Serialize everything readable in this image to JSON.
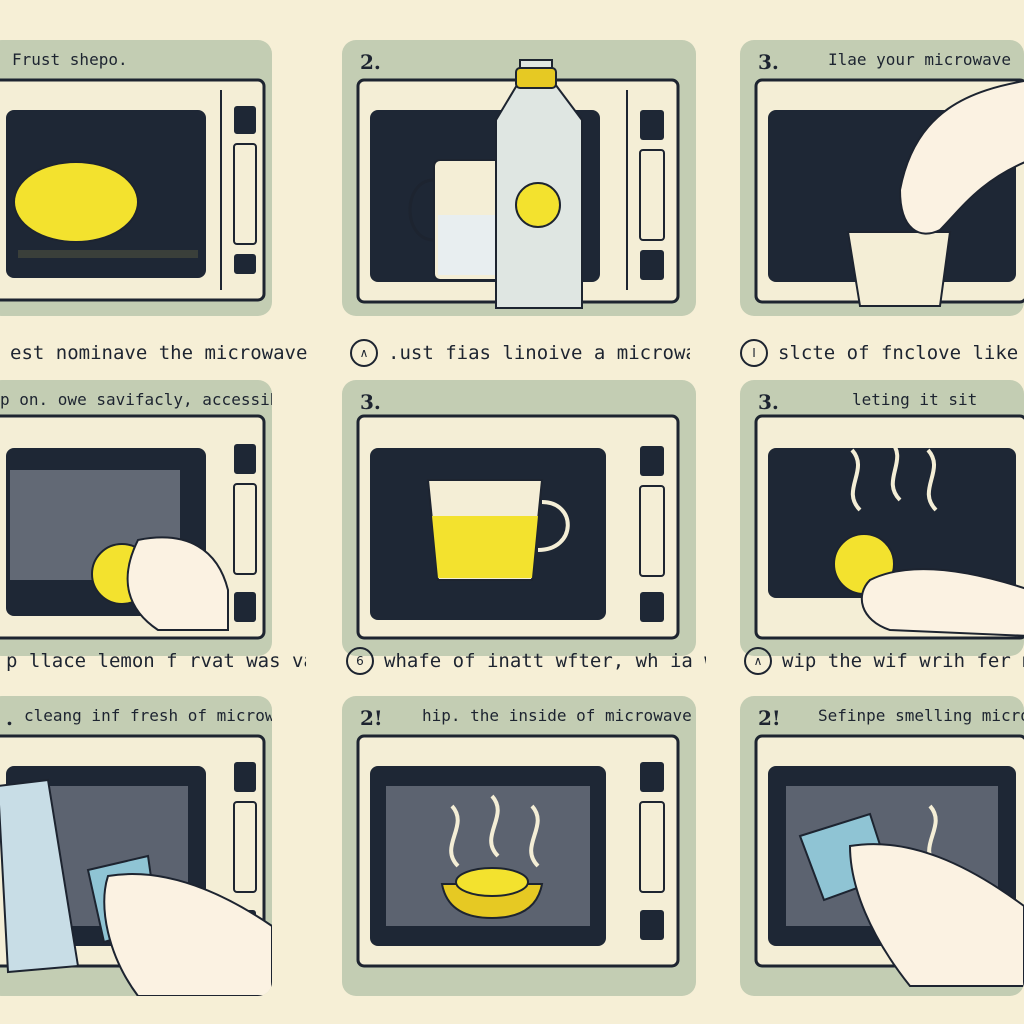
{
  "panels": [
    {
      "number": "",
      "title": "Frust shepo.",
      "caption_icon": "",
      "caption": "est nominave the microwave."
    },
    {
      "number": "2.",
      "title": "",
      "caption_icon": "∧",
      "caption": ".ust fias linoive a microwave."
    },
    {
      "number": "3.",
      "title": "Ilae your microwave",
      "caption_icon": "I",
      "caption": "slcte of fnclove like a wif"
    },
    {
      "number": "",
      "title": "p on. owe savifacly, accessiblt",
      "caption_icon": "",
      "caption": "p llace lemon f rvat was vater"
    },
    {
      "number": "3.",
      "title": "",
      "caption_icon": "6",
      "caption": "whafe of inatt wfter, wh ia wom."
    },
    {
      "number": "3.",
      "title": "leting it sit",
      "caption_icon": "∧",
      "caption": "wip the wif wrih fer mo"
    },
    {
      "number": ".",
      "title": "cleang inf fresh of microwave",
      "caption_icon": "",
      "caption": ""
    },
    {
      "number": "2!",
      "title": "hip. the inside of microwave",
      "caption_icon": "",
      "caption": ""
    },
    {
      "number": "2!",
      "title": "Sefinpe smelling microwave",
      "caption_icon": "",
      "caption": ""
    }
  ],
  "colors": {
    "background": "#f6efd6",
    "panel": "#c3cdb3",
    "microwave_body": "#f4eed6",
    "window": "#1e2735",
    "lemon": "#f3e22e",
    "outline": "#1d2430",
    "cloth": "#8fc4d4"
  }
}
